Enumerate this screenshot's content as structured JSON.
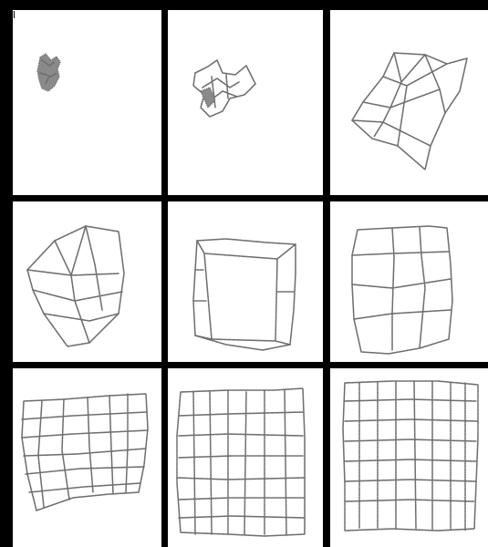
{
  "figure": {
    "grid": "3x3",
    "description_panels": 9,
    "colors": {
      "frame": "#000000",
      "background": "#ffffff",
      "mesh": "#6e6e6e"
    },
    "panels": [
      {
        "index": 1,
        "row": 1,
        "col": 1,
        "content": "crumpled-mesh-small"
      },
      {
        "index": 2,
        "row": 1,
        "col": 2,
        "content": "crumpled-mesh-partially-open"
      },
      {
        "index": 3,
        "row": 1,
        "col": 3,
        "content": "folded-mesh-unfolding"
      },
      {
        "index": 4,
        "row": 2,
        "col": 1,
        "content": "folded-mesh"
      },
      {
        "index": 5,
        "row": 2,
        "col": 2,
        "content": "coarse-quad-mesh"
      },
      {
        "index": 6,
        "row": 2,
        "col": 3,
        "content": "coarse-grid-mesh"
      },
      {
        "index": 7,
        "row": 3,
        "col": 1,
        "content": "distorted-grid-mesh"
      },
      {
        "index": 8,
        "row": 3,
        "col": 2,
        "content": "near-regular-grid-mesh"
      },
      {
        "index": 9,
        "row": 3,
        "col": 3,
        "content": "regular-grid-mesh"
      }
    ]
  }
}
